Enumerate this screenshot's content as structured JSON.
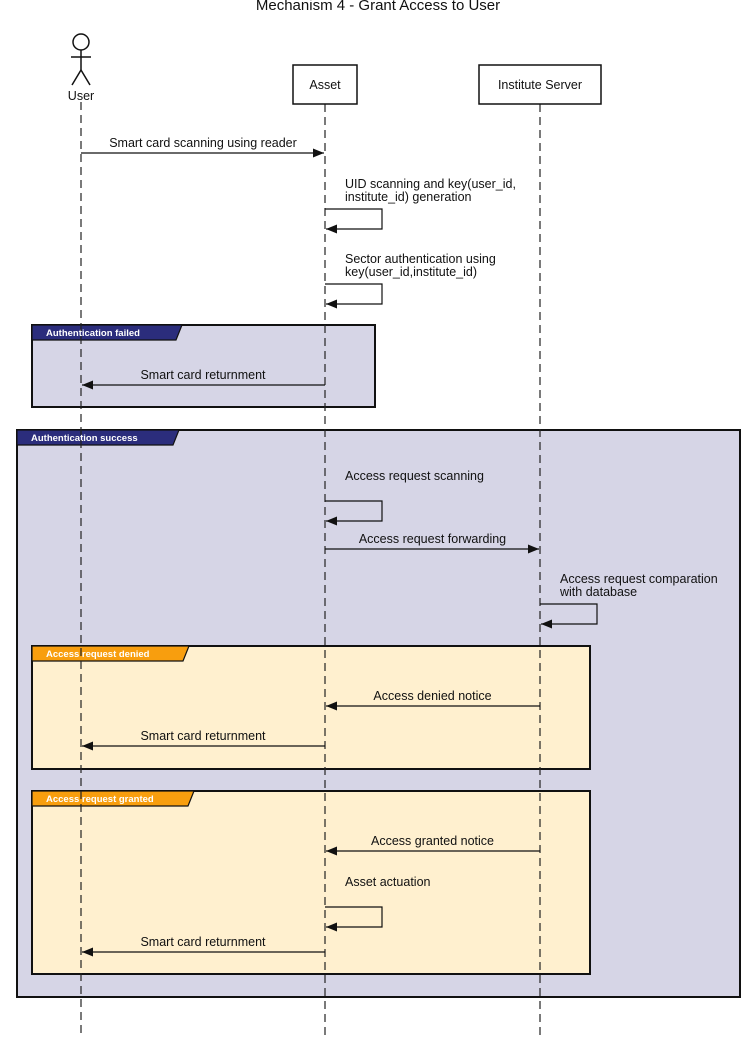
{
  "title": "Mechanism 4 - Grant Access to User",
  "colors": {
    "outer_fragment_fill": "#d6d5e6",
    "navy_tag": "#2b2d7c",
    "inner_fragment_fill": "#fff0cf",
    "orange_tag": "#f89e0e"
  },
  "participants": [
    {
      "id": "user",
      "label": "User",
      "kind": "actor"
    },
    {
      "id": "asset",
      "label": "Asset",
      "kind": "box"
    },
    {
      "id": "server",
      "label": "Institute Server",
      "kind": "box"
    }
  ],
  "fragments": [
    {
      "id": "auth-failed",
      "label": "Authentication failed",
      "style": "navy"
    },
    {
      "id": "auth-success",
      "label": "Authentication success",
      "style": "navy"
    },
    {
      "id": "access-denied",
      "label": "Access request denied",
      "style": "orange"
    },
    {
      "id": "access-granted",
      "label": "Access request granted",
      "style": "orange"
    }
  ],
  "messages": [
    {
      "from": "user",
      "to": "asset",
      "lines": [
        "Smart card scanning using reader"
      ]
    },
    {
      "from": "asset",
      "to": "asset",
      "lines": [
        "UID scanning and key(user_id,",
        "institute_id) generation"
      ]
    },
    {
      "from": "asset",
      "to": "asset",
      "lines": [
        "Sector authentication using",
        "key(user_id,institute_id)"
      ]
    },
    {
      "from": "asset",
      "to": "user",
      "lines": [
        "Smart card returnment"
      ]
    },
    {
      "from": "asset",
      "to": "asset",
      "lines": [
        "Access request scanning"
      ]
    },
    {
      "from": "asset",
      "to": "server",
      "lines": [
        "Access request forwarding"
      ]
    },
    {
      "from": "server",
      "to": "server",
      "lines": [
        "Access request comparation",
        "with database"
      ]
    },
    {
      "from": "server",
      "to": "asset",
      "lines": [
        "Access denied notice"
      ]
    },
    {
      "from": "asset",
      "to": "user",
      "lines": [
        "Smart card returnment"
      ]
    },
    {
      "from": "server",
      "to": "asset",
      "lines": [
        "Access granted notice"
      ]
    },
    {
      "from": "asset",
      "to": "asset",
      "lines": [
        "Asset actuation"
      ]
    },
    {
      "from": "asset",
      "to": "user",
      "lines": [
        "Smart card returnment"
      ]
    }
  ]
}
